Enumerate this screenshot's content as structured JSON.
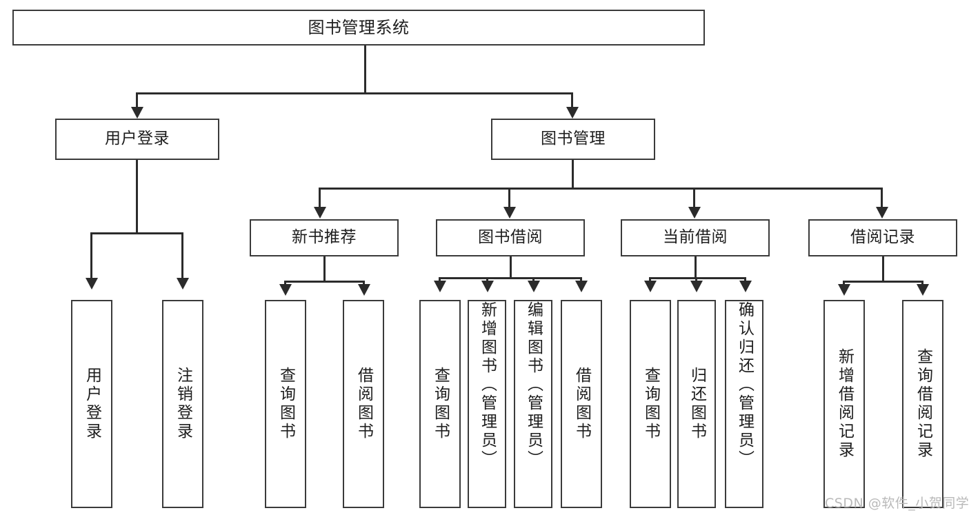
{
  "diagram": {
    "type": "tree",
    "title": "图书管理系统",
    "nodes": {
      "root": {
        "label": "图书管理系统"
      },
      "level2": [
        {
          "id": "user-login",
          "label": "用户登录"
        },
        {
          "id": "book-manage",
          "label": "图书管理"
        }
      ],
      "level3": [
        {
          "id": "new-book-recommend",
          "label": "新书推荐"
        },
        {
          "id": "book-borrow",
          "label": "图书借阅"
        },
        {
          "id": "current-borrow",
          "label": "当前借阅"
        },
        {
          "id": "borrow-record",
          "label": "借阅记录"
        }
      ],
      "leaves": {
        "user_login": [
          {
            "id": "leaf-user-login",
            "label": "用户登录"
          },
          {
            "id": "leaf-logout",
            "label": "注销登录"
          }
        ],
        "new_book_recommend": [
          {
            "id": "leaf-query-book-1",
            "label": "查询图书"
          },
          {
            "id": "leaf-borrow-book-1",
            "label": "借阅图书"
          }
        ],
        "book_borrow": [
          {
            "id": "leaf-query-book-2",
            "label": "查询图书"
          },
          {
            "id": "leaf-add-book",
            "label": "新增图书（管理员）"
          },
          {
            "id": "leaf-edit-book",
            "label": "编辑图书（管理员）"
          },
          {
            "id": "leaf-borrow-book-2",
            "label": "借阅图书"
          }
        ],
        "current_borrow": [
          {
            "id": "leaf-query-book-3",
            "label": "查询图书"
          },
          {
            "id": "leaf-return-book",
            "label": "归还图书"
          },
          {
            "id": "leaf-confirm-return",
            "label": "确认归还（管理员）"
          }
        ],
        "borrow_record": [
          {
            "id": "leaf-add-record",
            "label": "新增借阅记录"
          },
          {
            "id": "leaf-query-record",
            "label": "查询借阅记录"
          }
        ]
      }
    },
    "colors": {
      "background": "#ffffff",
      "box_border": "#3a3a3a",
      "connector": "#2b2b2b",
      "text": "#1d1d1d",
      "watermark": "#b9b9b9"
    }
  },
  "watermark": {
    "text": "CSDN @软件_小贺同学"
  }
}
